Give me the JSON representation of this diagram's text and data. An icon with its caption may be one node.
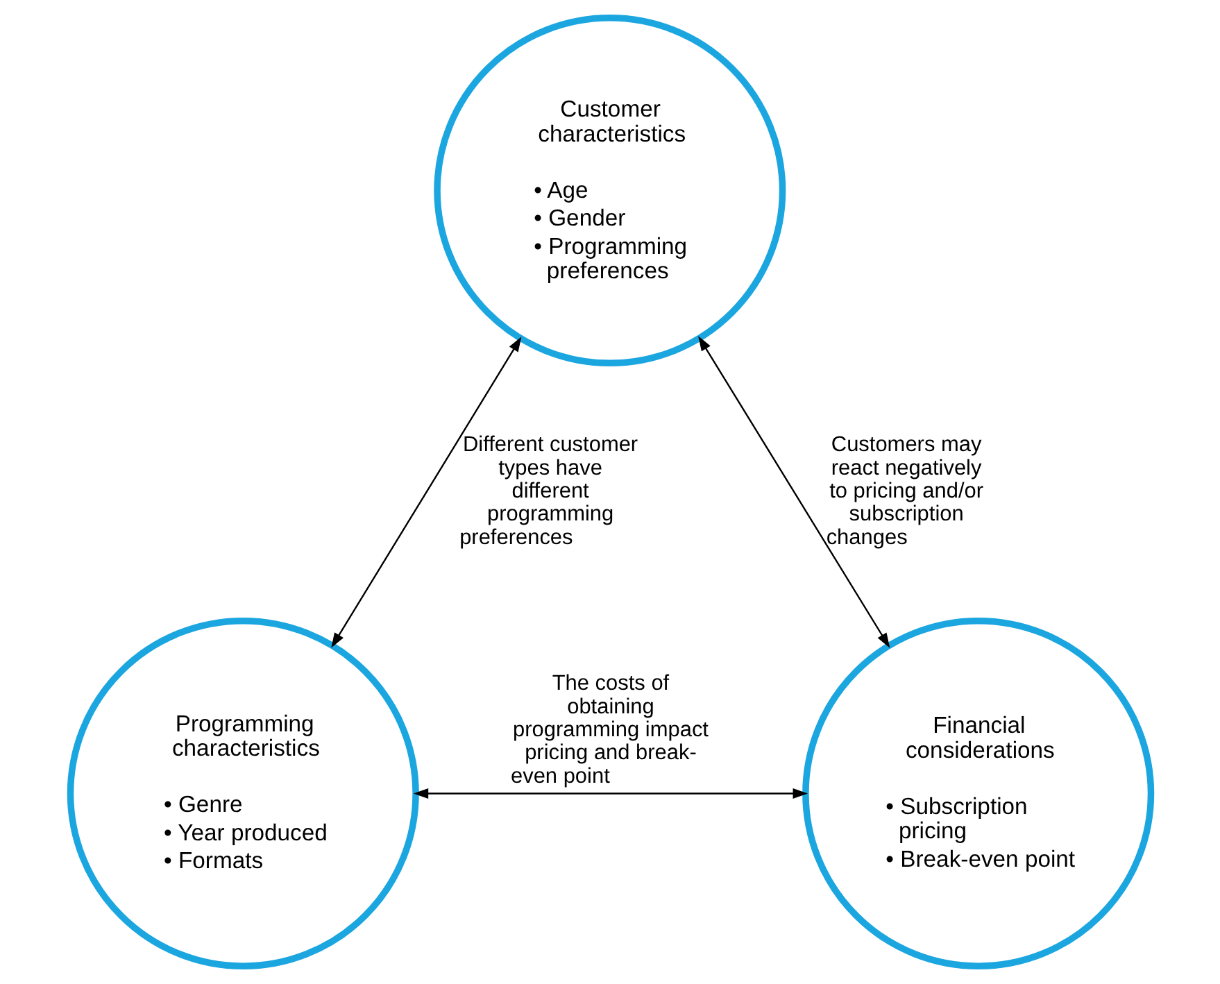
{
  "diagram": {
    "nodes": [
      {
        "text": [
          "Customer characteristics",
          "• Age",
          "• Gender",
          "• Programming preferences"
        ]
      },
      {
        "text": [
          "Programming characteristics",
          "• Genre",
          "• Year produced",
          "• Formats"
        ]
      },
      {
        "text": [
          "Financial considerations",
          "• Subscription pricing",
          "• Break-even point"
        ]
      }
    ],
    "edges": [
      {
        "from": 0,
        "to": 1,
        "arrow": "both",
        "label": "Different customer types have different programming preferences"
      },
      {
        "from": 0,
        "to": 2,
        "arrow": "both",
        "label": "Customers may react negatively to pricing and/or subscription changes"
      },
      {
        "from": 1,
        "to": 2,
        "arrow": "both",
        "label": "The costs of obtaining programming impact pricing and break-even point"
      }
    ]
  }
}
